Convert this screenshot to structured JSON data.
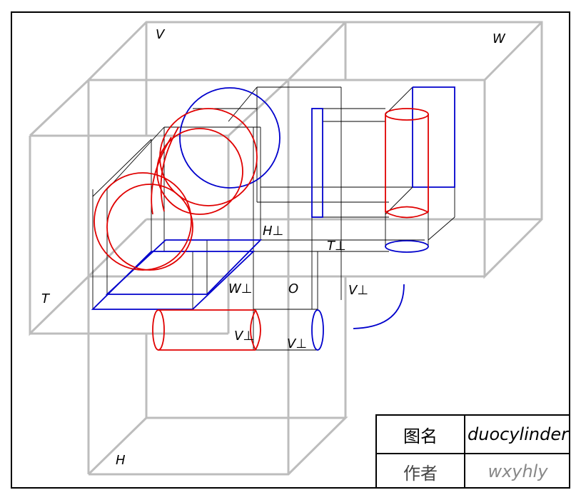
{
  "labels": {
    "V": "V",
    "W": "W",
    "T": "T",
    "H": "H",
    "O": "O",
    "h_perp": "H⊥",
    "t_perp": "T⊥",
    "w_perp": "W⊥",
    "v_perp_right": "V⊥",
    "v_perp_mid": "V⊥",
    "v_perp_bottom": "V⊥"
  },
  "title_block": {
    "name_key": "图名",
    "name_value": "duocylinder",
    "author_key": "作者",
    "author_value": "wxyhly"
  },
  "colors": {
    "frame": "#bdbdbd",
    "red": "#e00000",
    "blue": "#0000cc",
    "ink": "#000000"
  }
}
